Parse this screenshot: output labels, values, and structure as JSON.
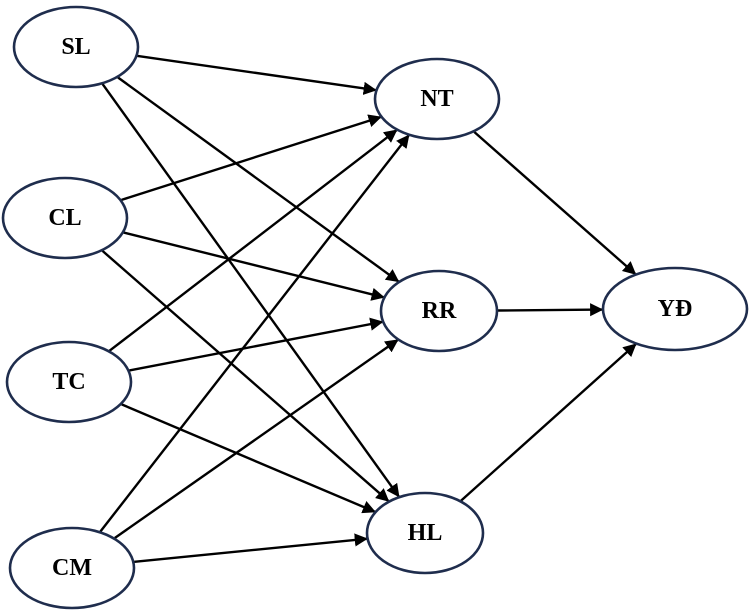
{
  "diagram": {
    "nodes": [
      {
        "id": "SL",
        "label": "SL"
      },
      {
        "id": "CL",
        "label": "CL"
      },
      {
        "id": "TC",
        "label": "TC"
      },
      {
        "id": "CM",
        "label": "CM"
      },
      {
        "id": "NT",
        "label": "NT"
      },
      {
        "id": "RR",
        "label": "RR"
      },
      {
        "id": "HL",
        "label": "HL"
      },
      {
        "id": "YD",
        "label": "YĐ"
      }
    ],
    "edges": [
      {
        "from": "SL",
        "to": "NT"
      },
      {
        "from": "SL",
        "to": "RR"
      },
      {
        "from": "SL",
        "to": "HL"
      },
      {
        "from": "CL",
        "to": "NT"
      },
      {
        "from": "CL",
        "to": "RR"
      },
      {
        "from": "CL",
        "to": "HL"
      },
      {
        "from": "TC",
        "to": "NT"
      },
      {
        "from": "TC",
        "to": "RR"
      },
      {
        "from": "TC",
        "to": "HL"
      },
      {
        "from": "CM",
        "to": "NT"
      },
      {
        "from": "CM",
        "to": "RR"
      },
      {
        "from": "CM",
        "to": "HL"
      },
      {
        "from": "NT",
        "to": "YD"
      },
      {
        "from": "RR",
        "to": "YD"
      },
      {
        "from": "HL",
        "to": "YD"
      }
    ],
    "colors": {
      "node_stroke": "#1f2d4d",
      "edge": "#000000",
      "background": "#ffffff"
    }
  }
}
